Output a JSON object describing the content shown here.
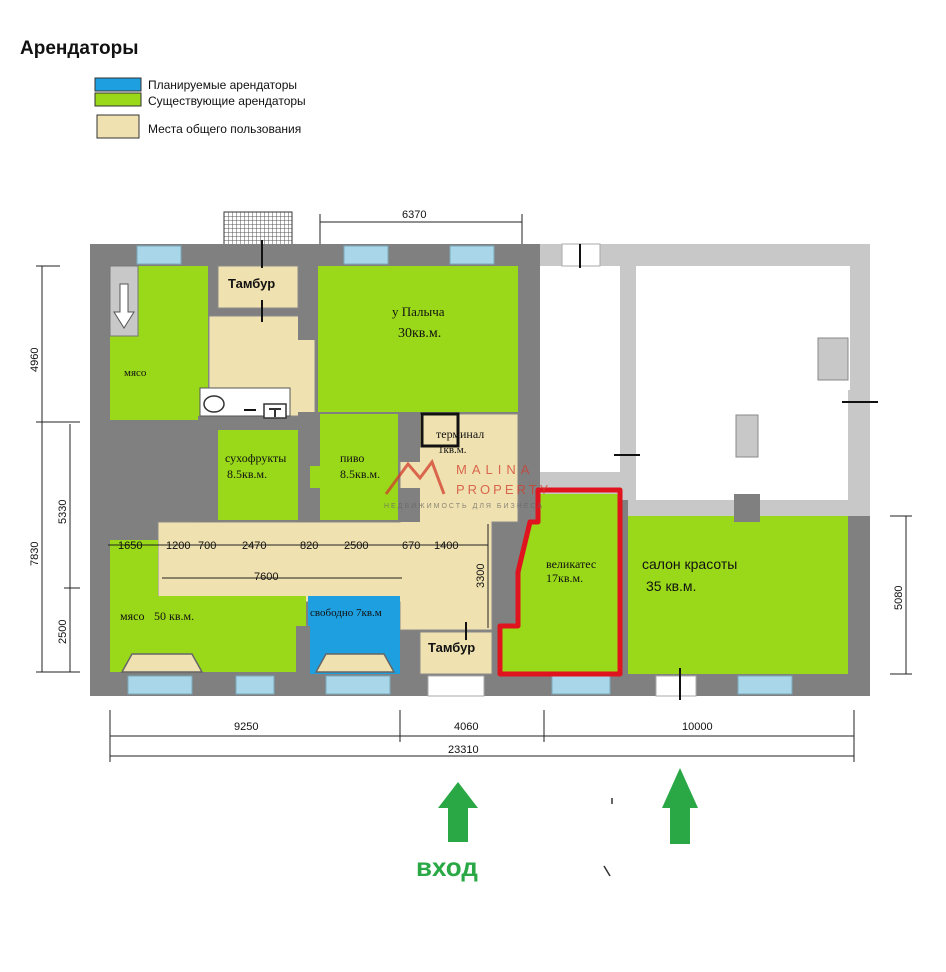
{
  "title": "Арендаторы",
  "legend": [
    {
      "label": "Планируемые арендаторы",
      "color": "#1e9fe0"
    },
    {
      "label": "Существующие арендаторы",
      "color": "#9ad91a"
    },
    {
      "label": "Места общего пользования",
      "color": "#f0e2b0"
    }
  ],
  "rooms": {
    "tambur_top": "Тамбур",
    "u_palycha": "у Палыча",
    "u_palycha_area": "30кв.м.",
    "myaso": "мясо",
    "sukhofrukty": "сухофрукты",
    "sukhofrukty_area": "8.5кв.м.",
    "pivo": "пиво",
    "pivo_area": "8.5кв.м.",
    "terminal": "терминал",
    "terminal_area": "1кв.м.",
    "delicatessen": "великатес",
    "delicatessen_area": "17кв.м.",
    "salon": "салон красоты",
    "salon_area": "35 кв.м.",
    "myaso50": "мясо",
    "myaso50_area": "50 кв.м.",
    "svobodno": "свободно 7кв.м",
    "tambur_bottom": "Тамбур"
  },
  "dimensions": {
    "top": "6370",
    "left_4960": "4960",
    "left_5330": "5330",
    "left_7830": "7830",
    "left_2500": "2500",
    "right_5080": "5080",
    "v_3300": "3300",
    "row": [
      "1650",
      "1200",
      "700",
      "2470",
      "820",
      "2500",
      "670",
      "1400"
    ],
    "d_7600": "7600",
    "b_9250": "9250",
    "b_4060": "4060",
    "b_10000": "10000",
    "b_23310": "23310"
  },
  "watermark": {
    "name1": "MALINA",
    "name2": "PROPERTY",
    "tagline": "НЕДВИЖИМОСТЬ ДЛЯ БИЗНЕСА"
  },
  "entrance_label": "вход",
  "colors": {
    "wall": "#808080",
    "planned": "#1e9fe0",
    "existing": "#9ad91a",
    "common": "#f0e2b0",
    "highlight": "#e0141e",
    "arrow": "#2aa845",
    "window": "#a9d6e8",
    "watermark": "#d23c2c"
  }
}
